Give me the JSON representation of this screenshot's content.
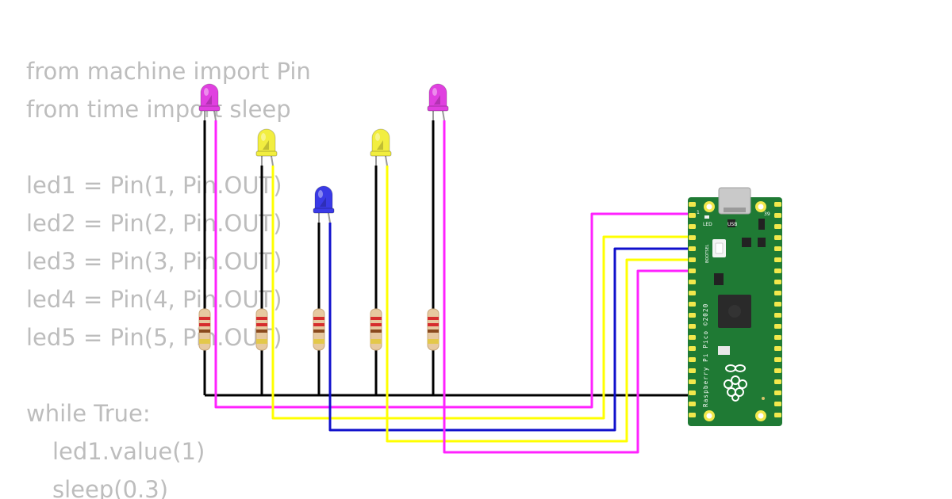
{
  "code": {
    "lines": [
      {
        "text": "from machine import Pin",
        "indent": false
      },
      {
        "text": "from time import sleep",
        "indent": false
      },
      {
        "text": "",
        "indent": false
      },
      {
        "text": "led1 = Pin(1, Pin.OUT)",
        "indent": false
      },
      {
        "text": "led2 = Pin(2, Pin.OUT)",
        "indent": false
      },
      {
        "text": "led3 = Pin(3, Pin.OUT)",
        "indent": false
      },
      {
        "text": "led4 = Pin(4, Pin.OUT)",
        "indent": false
      },
      {
        "text": "led5 = Pin(5, Pin.OUT)",
        "indent": false
      },
      {
        "text": "",
        "indent": false
      },
      {
        "text": "while True:",
        "indent": false
      },
      {
        "text": "led1.value(1)",
        "indent": true
      },
      {
        "text": "sleep(0.3)",
        "indent": true
      }
    ]
  },
  "board": {
    "name_label": "Raspberry Pi Pico ©2020",
    "led_label": "LED",
    "usb_label": "USB",
    "bootsel_label": "BOOTSEL",
    "pin_label_top_left": "1",
    "pin_label_top_right": "39",
    "pcb_color": "#1f7a34",
    "pad_color": "#f2e84c"
  },
  "leds": [
    {
      "id": "led1",
      "color": "purple",
      "hex": "#e040e0"
    },
    {
      "id": "led2",
      "color": "yellow",
      "hex": "#f2ee40"
    },
    {
      "id": "led3",
      "color": "blue",
      "hex": "#3a3ae6"
    },
    {
      "id": "led4",
      "color": "yellow",
      "hex": "#f2ee40"
    },
    {
      "id": "led5",
      "color": "purple",
      "hex": "#e040e0"
    }
  ],
  "wire_colors": {
    "ground": "#000000",
    "led1": "#ff22ff",
    "led2": "#ffff00",
    "led3": "#1010cc",
    "led4": "#ffff00",
    "led5": "#ff22ff"
  }
}
